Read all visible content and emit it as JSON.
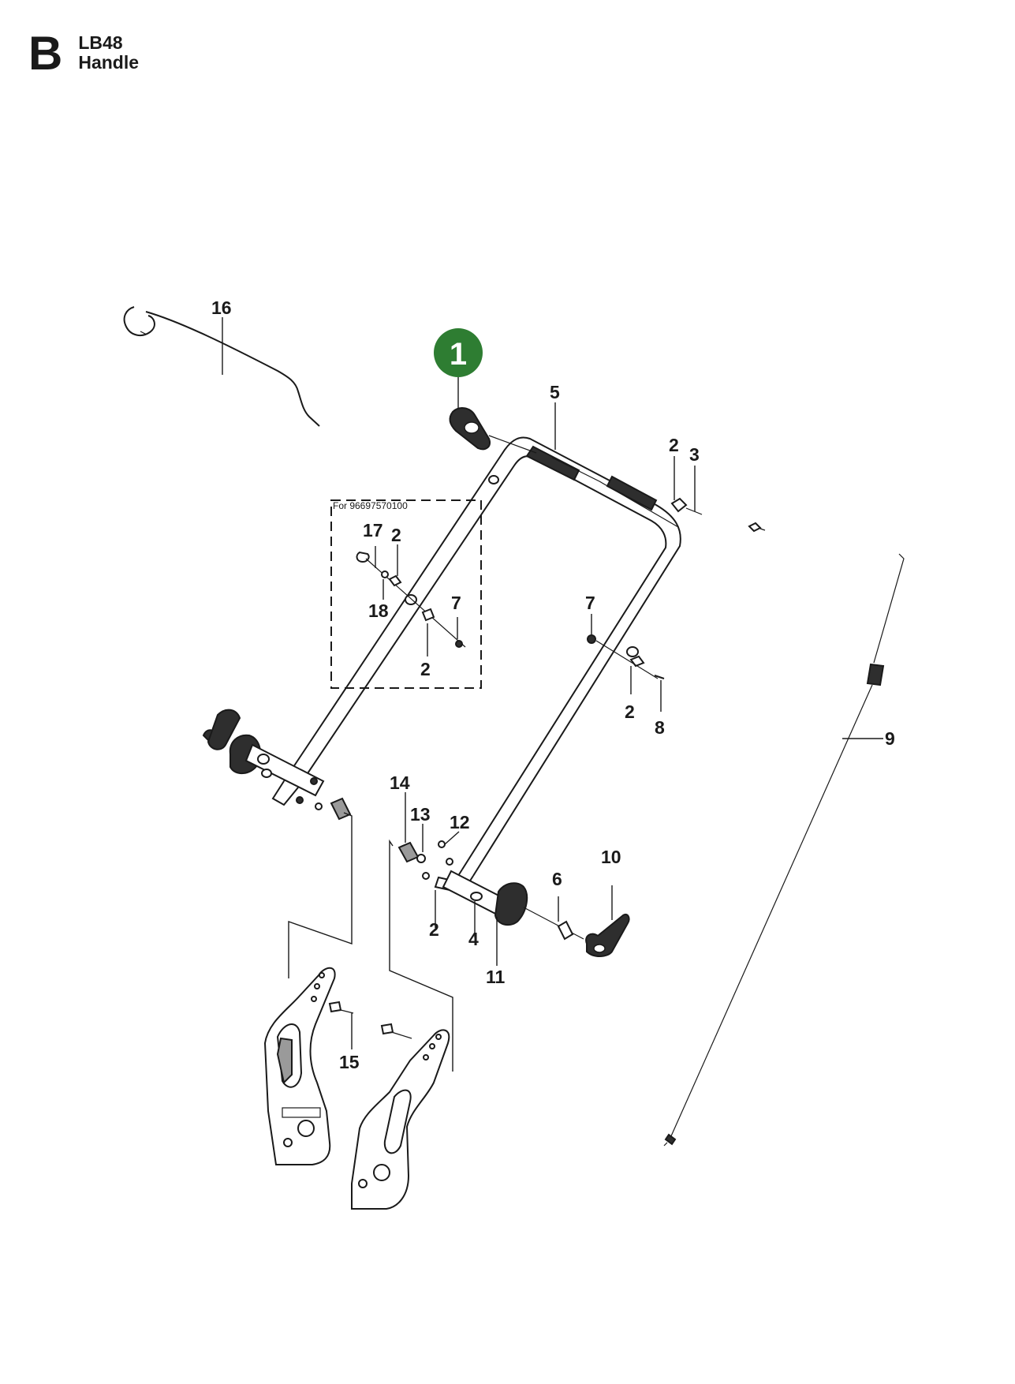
{
  "header": {
    "section_letter": "B",
    "model": "LB48",
    "title": "Handle"
  },
  "badge": {
    "number": "1",
    "color": "#2e7d32"
  },
  "note": {
    "text": "For 96697570100"
  },
  "callouts": [
    {
      "id": "c16",
      "label": "16"
    },
    {
      "id": "c5",
      "label": "5"
    },
    {
      "id": "c2a",
      "label": "2"
    },
    {
      "id": "c3",
      "label": "3"
    },
    {
      "id": "c17",
      "label": "17"
    },
    {
      "id": "c2b",
      "label": "2"
    },
    {
      "id": "c18",
      "label": "18"
    },
    {
      "id": "c7a",
      "label": "7"
    },
    {
      "id": "c2c",
      "label": "2"
    },
    {
      "id": "c7b",
      "label": "7"
    },
    {
      "id": "c2d",
      "label": "2"
    },
    {
      "id": "c8",
      "label": "8"
    },
    {
      "id": "c9",
      "label": "9"
    },
    {
      "id": "c14",
      "label": "14"
    },
    {
      "id": "c13",
      "label": "13"
    },
    {
      "id": "c12",
      "label": "12"
    },
    {
      "id": "c10",
      "label": "10"
    },
    {
      "id": "c6",
      "label": "6"
    },
    {
      "id": "c2e",
      "label": "2"
    },
    {
      "id": "c4",
      "label": "4"
    },
    {
      "id": "c11",
      "label": "11"
    },
    {
      "id": "c15",
      "label": "15"
    }
  ]
}
